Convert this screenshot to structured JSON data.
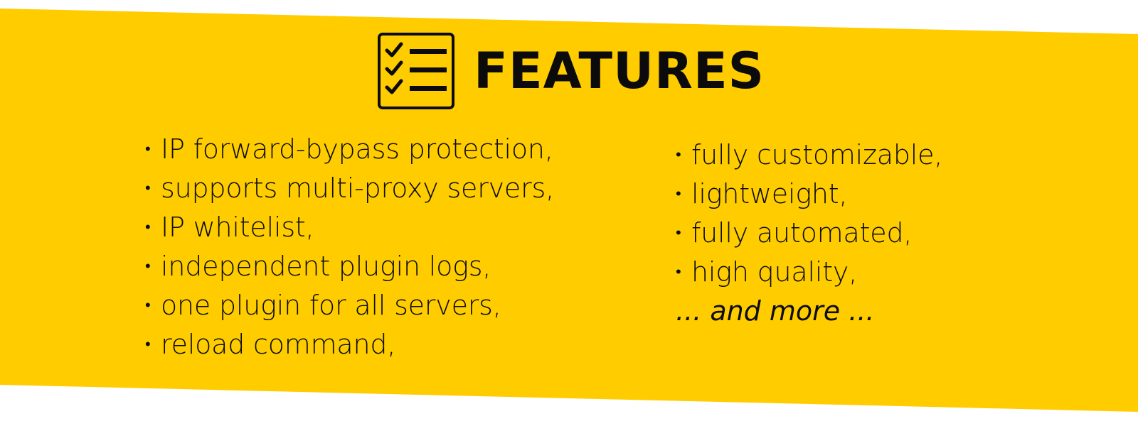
{
  "colors": {
    "banner": "#FFCC00",
    "ink": "#0B0B0B",
    "background": "#FFFFFF"
  },
  "header": {
    "icon": "checklist-icon",
    "title": "FEATURES"
  },
  "features_left": [
    {
      "bullet": "•",
      "label": "IP forward-bypass protection,"
    },
    {
      "bullet": "•",
      "label": "supports multi-proxy servers,"
    },
    {
      "bullet": "•",
      "label": "IP whitelist,"
    },
    {
      "bullet": "•",
      "label": "independent plugin logs,"
    },
    {
      "bullet": "•",
      "label": "one plugin for all servers,"
    },
    {
      "bullet": "•",
      "label": "reload command,"
    }
  ],
  "features_right": [
    {
      "bullet": "•",
      "label": "fully customizable,"
    },
    {
      "bullet": "•",
      "label": "lightweight,"
    },
    {
      "bullet": "•",
      "label": "fully automated,"
    },
    {
      "bullet": "•",
      "label": "high quality,"
    }
  ],
  "more_text": "... and more ..."
}
